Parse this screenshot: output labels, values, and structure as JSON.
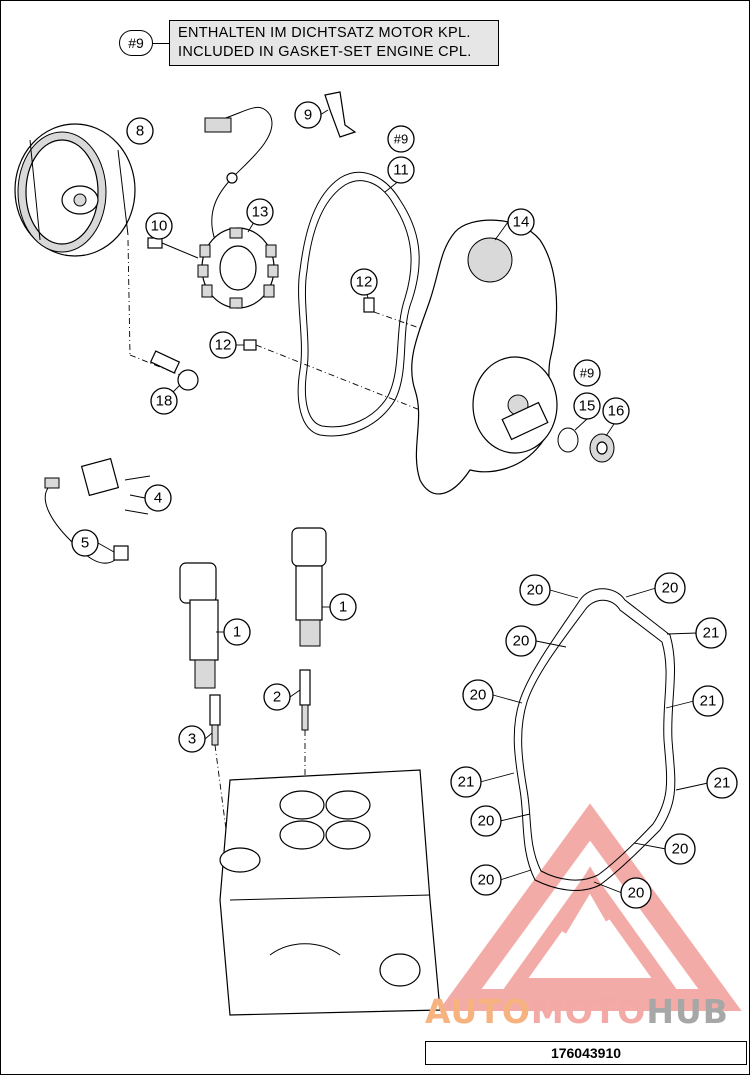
{
  "legend": {
    "tag": "#9",
    "line_de": "ENTHALTEN IM DICHTSATZ MOTOR KPL.",
    "line_en": "INCLUDED IN GASKET-SET ENGINE CPL."
  },
  "callouts": [
    {
      "id": "c8",
      "label": "8"
    },
    {
      "id": "c9a",
      "label": "9"
    },
    {
      "id": "c9b",
      "label": "#9"
    },
    {
      "id": "c11",
      "label": "11"
    },
    {
      "id": "c13",
      "label": "13"
    },
    {
      "id": "c10",
      "label": "10"
    },
    {
      "id": "c14",
      "label": "14"
    },
    {
      "id": "c12a",
      "label": "12"
    },
    {
      "id": "c12b",
      "label": "12"
    },
    {
      "id": "c9c",
      "label": "#9"
    },
    {
      "id": "c15",
      "label": "15"
    },
    {
      "id": "c16",
      "label": "16"
    },
    {
      "id": "c18",
      "label": "18"
    },
    {
      "id": "c4",
      "label": "4"
    },
    {
      "id": "c5",
      "label": "5"
    },
    {
      "id": "c1a",
      "label": "1"
    },
    {
      "id": "c1b",
      "label": "1"
    },
    {
      "id": "c2",
      "label": "2"
    },
    {
      "id": "c3",
      "label": "3"
    },
    {
      "id": "c20a",
      "label": "20"
    },
    {
      "id": "c20b",
      "label": "20"
    },
    {
      "id": "c20c",
      "label": "20"
    },
    {
      "id": "c21a",
      "label": "21"
    },
    {
      "id": "c20d",
      "label": "20"
    },
    {
      "id": "c21b",
      "label": "21"
    },
    {
      "id": "c21c",
      "label": "21"
    },
    {
      "id": "c21d",
      "label": "21"
    },
    {
      "id": "c20e",
      "label": "20"
    },
    {
      "id": "c20f",
      "label": "20"
    },
    {
      "id": "c20g",
      "label": "20"
    },
    {
      "id": "c20h",
      "label": "20"
    }
  ],
  "watermark": {
    "part1": "AUTO",
    "part2": "MOTO",
    "part3": "HUB",
    "colors": {
      "auto": "#f6b37f",
      "moto": "#f3aaa6",
      "hub": "#a7a7a7",
      "logo": "#ef8f8a"
    }
  },
  "document_number": "176043910"
}
